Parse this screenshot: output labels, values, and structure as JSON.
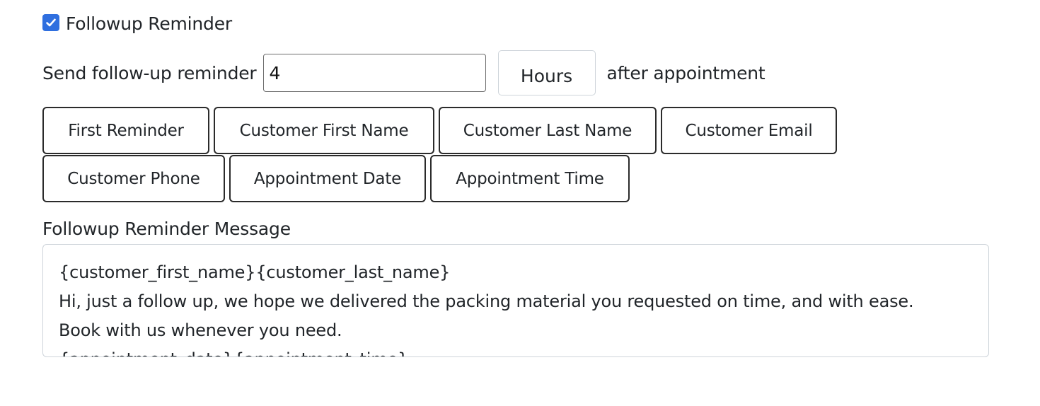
{
  "followup": {
    "checkbox_label": "Followup Reminder",
    "checked": true
  },
  "send": {
    "prefix": "Send follow-up reminder",
    "value": "4",
    "unit": "Hours",
    "suffix": "after appointment"
  },
  "tags": [
    "First Reminder",
    "Customer First Name",
    "Customer Last Name",
    "Customer Email",
    "Customer Phone",
    "Appointment Date",
    "Appointment Time"
  ],
  "message": {
    "label": "Followup Reminder Message",
    "lines": [
      "{customer_first_name}{customer_last_name}",
      "Hi, just a follow up, we hope we delivered the packing material you requested on time, and with ease.",
      "Book with us whenever you need.",
      "{appointment_date}{appointment_time}"
    ]
  },
  "colors": {
    "checkbox_accent": "#2f6fdf",
    "button_border": "#2b2b2b",
    "input_border": "#6c6c6c",
    "textarea_border": "#ced4da"
  }
}
